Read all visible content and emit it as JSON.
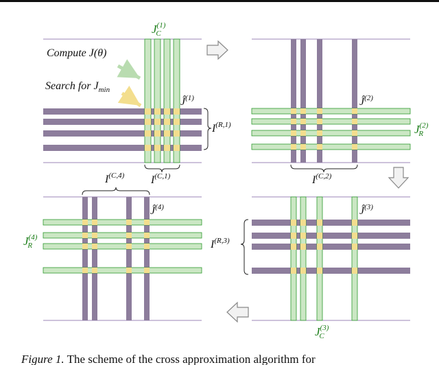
{
  "colors": {
    "purple": "#8d7d9c",
    "green": "#cbe7c4",
    "green_edge": "#2e9a2e",
    "yellow": "#f3de8e",
    "border": "#9b86b7",
    "label_green": "#1b7d18",
    "arrow_fill": "#f2f2f2",
    "arrow_stroke": "#888888"
  },
  "figure": {
    "annotations": {
      "compute": "Compute J(θ)",
      "search_prefix": "Search for J",
      "search_sub": "min"
    },
    "panels": [
      {
        "id": "panel-1",
        "jhat": {
          "base": "Ĵ",
          "sup": "(1)"
        },
        "green_label": {
          "base": "J",
          "sub": "C",
          "sup": "(1)"
        },
        "index_label": {
          "base": "I",
          "sup": "(C,1)"
        },
        "side_label": {
          "base": "I",
          "sup": "(R,1)"
        }
      },
      {
        "id": "panel-2",
        "jhat": {
          "base": "Ĵ",
          "sup": "(2)"
        },
        "green_label": {
          "base": "J",
          "sub": "R",
          "sup": "(2)"
        },
        "index_label": {
          "base": "I",
          "sup": "(C,2)"
        }
      },
      {
        "id": "panel-3",
        "jhat": {
          "base": "Ĵ",
          "sup": "(3)"
        },
        "green_label": {
          "base": "J",
          "sub": "C",
          "sup": "(3)"
        },
        "side_label": {
          "base": "I",
          "sup": "(R,3)"
        }
      },
      {
        "id": "panel-4",
        "jhat": {
          "base": "Ĵ",
          "sup": "(4)"
        },
        "green_label": {
          "base": "J",
          "sub": "R",
          "sup": "(4)"
        },
        "index_label": {
          "base": "I",
          "sup": "(C,4)"
        }
      }
    ]
  },
  "caption": {
    "label": "Figure 1.",
    "text": " The scheme of the cross approximation algorithm for"
  }
}
